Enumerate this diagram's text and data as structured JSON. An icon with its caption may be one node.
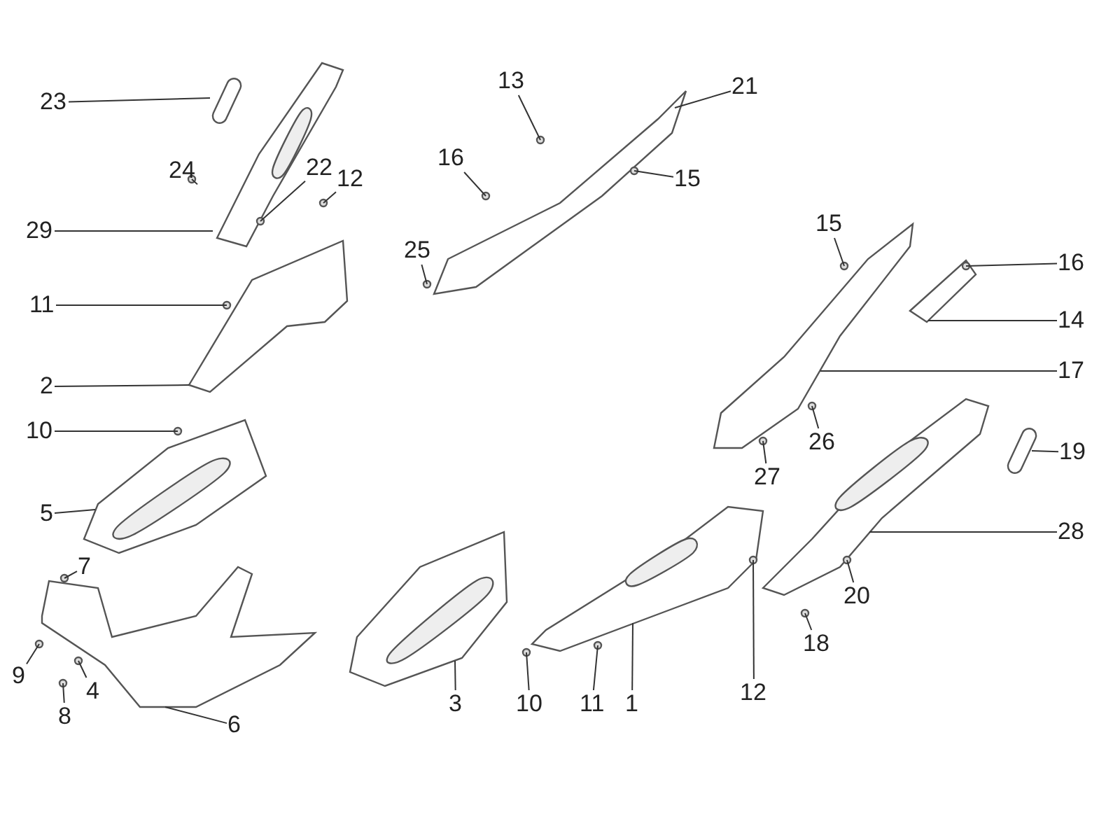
{
  "diagram": {
    "nodes": [
      {
        "text": [
          "23"
        ]
      },
      {
        "text": [
          "24"
        ]
      },
      {
        "text": [
          "22"
        ]
      },
      {
        "text": [
          "12"
        ]
      },
      {
        "text": [
          "29"
        ]
      },
      {
        "text": [
          "16"
        ]
      },
      {
        "text": [
          "13"
        ]
      },
      {
        "text": [
          "21"
        ]
      },
      {
        "text": [
          "15"
        ]
      },
      {
        "text": [
          "25"
        ]
      },
      {
        "text": [
          "11"
        ]
      },
      {
        "text": [
          "2"
        ]
      },
      {
        "text": [
          "10"
        ]
      },
      {
        "text": [
          "5"
        ]
      },
      {
        "text": [
          "7"
        ]
      },
      {
        "text": [
          "9"
        ]
      },
      {
        "text": [
          "4"
        ]
      },
      {
        "text": [
          "8"
        ]
      },
      {
        "text": [
          "6"
        ]
      },
      {
        "text": [
          "3"
        ]
      },
      {
        "text": [
          "10"
        ]
      },
      {
        "text": [
          "11"
        ]
      },
      {
        "text": [
          "1"
        ]
      },
      {
        "text": [
          "12"
        ]
      },
      {
        "text": [
          "15"
        ]
      },
      {
        "text": [
          "16"
        ]
      },
      {
        "text": [
          "14"
        ]
      },
      {
        "text": [
          "17"
        ]
      },
      {
        "text": [
          "26"
        ]
      },
      {
        "text": [
          "27"
        ]
      },
      {
        "text": [
          "19"
        ]
      },
      {
        "text": [
          "28"
        ]
      },
      {
        "text": [
          "20"
        ]
      },
      {
        "text": [
          "18"
        ]
      },
      {
        "text": [],
        "shape": "box"
      },
      {
        "text": [],
        "shape": "picture"
      },
      {
        "text": [],
        "shape": "picture"
      },
      {
        "text": [],
        "shape": "picture"
      },
      {
        "text": [],
        "shape": "picture"
      },
      {
        "text": [],
        "shape": "picture"
      },
      {
        "text": [],
        "shape": "picture"
      },
      {
        "text": [],
        "shape": "picture"
      },
      {
        "text": [],
        "shape": "picture"
      },
      {
        "text": [],
        "shape": "picture"
      },
      {
        "text": [],
        "shape": "picture"
      },
      {
        "text": [],
        "shape": "box"
      }
    ],
    "edges": [
      {
        "from": 0,
        "to": 34,
        "arrow": "none"
      },
      {
        "from": 1,
        "to": null,
        "arrow": "none"
      },
      {
        "from": 2,
        "to": 35,
        "arrow": "none"
      },
      {
        "from": 3,
        "to": null,
        "arrow": "none"
      },
      {
        "from": 4,
        "to": 35,
        "arrow": "none"
      },
      {
        "from": 5,
        "to": null,
        "arrow": "none"
      },
      {
        "from": 6,
        "to": null,
        "arrow": "none"
      },
      {
        "from": 7,
        "to": 39,
        "arrow": "none"
      },
      {
        "from": 8,
        "to": 39,
        "arrow": "none"
      },
      {
        "from": 9,
        "to": 39,
        "arrow": "none"
      },
      {
        "from": 10,
        "to": 36,
        "arrow": "none"
      },
      {
        "from": 11,
        "to": 36,
        "arrow": "none"
      },
      {
        "from": 12,
        "to": 37,
        "arrow": "none"
      },
      {
        "from": 13,
        "to": 37,
        "arrow": "none"
      },
      {
        "from": 14,
        "to": null,
        "arrow": "none"
      },
      {
        "from": 15,
        "to": null,
        "arrow": "none"
      },
      {
        "from": 16,
        "to": null,
        "arrow": "none"
      },
      {
        "from": 17,
        "to": null,
        "arrow": "none"
      },
      {
        "from": 18,
        "to": 38,
        "arrow": "none"
      },
      {
        "from": 19,
        "to": 40,
        "arrow": "none"
      },
      {
        "from": 20,
        "to": 41,
        "arrow": "none"
      },
      {
        "from": 21,
        "to": 41,
        "arrow": "none"
      },
      {
        "from": 22,
        "to": 41,
        "arrow": "none"
      },
      {
        "from": 23,
        "to": 41,
        "arrow": "none"
      },
      {
        "from": 24,
        "to": 42,
        "arrow": "none"
      },
      {
        "from": 25,
        "to": 43,
        "arrow": "none"
      },
      {
        "from": 26,
        "to": 43,
        "arrow": "none"
      },
      {
        "from": 27,
        "to": 42,
        "arrow": "none"
      },
      {
        "from": 28,
        "to": 42,
        "arrow": "none"
      },
      {
        "from": 29,
        "to": 42,
        "arrow": "none"
      },
      {
        "from": 30,
        "to": 45,
        "arrow": "none"
      },
      {
        "from": 31,
        "to": 44,
        "arrow": "none"
      },
      {
        "from": 32,
        "to": 44,
        "arrow": "none"
      },
      {
        "from": 33,
        "to": null,
        "arrow": "none"
      }
    ]
  }
}
